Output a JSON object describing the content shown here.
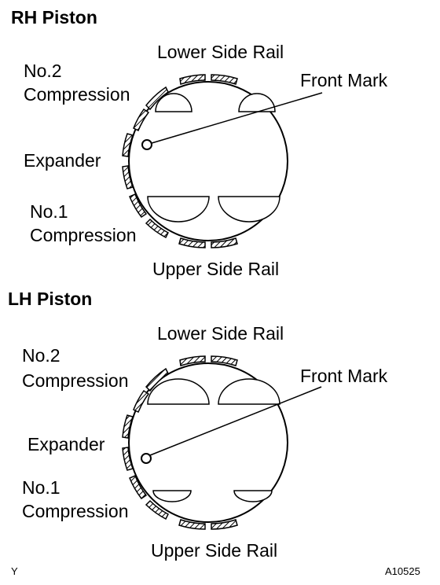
{
  "pistons": [
    {
      "title": "RH Piston",
      "labels": {
        "lower_side_rail": "Lower Side Rail",
        "no2_line1": "No.2",
        "no2_line2": "Compression",
        "front_mark": "Front Mark",
        "expander": "Expander",
        "no1_line1": "No.1",
        "no1_line2": "Compression",
        "upper_side_rail": "Upper Side Rail"
      }
    },
    {
      "title": "LH Piston",
      "labels": {
        "lower_side_rail": "Lower Side Rail",
        "no2_line1": "No.2",
        "no2_line2": "Compression",
        "front_mark": "Front Mark",
        "expander": "Expander",
        "no1_line1": "No.1",
        "no1_line2": "Compression",
        "upper_side_rail": "Upper Side Rail"
      }
    }
  ],
  "footer": {
    "left_code": "Y",
    "right_code": "A10525"
  }
}
